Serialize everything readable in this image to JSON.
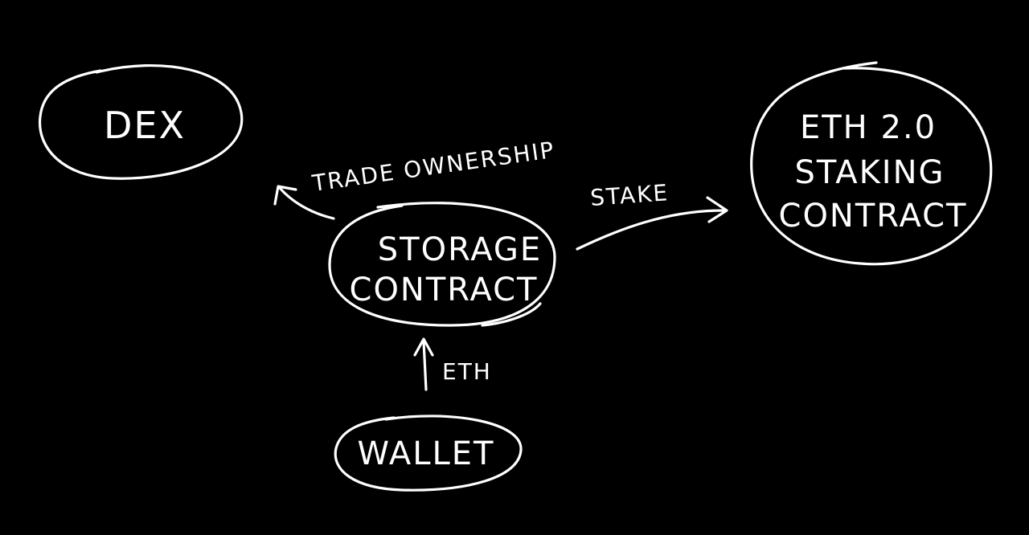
{
  "diagram": {
    "nodes": {
      "dex": {
        "label": "DEX"
      },
      "eth2": {
        "line1": "ETH 2.0",
        "line2": "STAKING",
        "line3": "CONTRACT"
      },
      "storage": {
        "line1": "STORAGE",
        "line2": "CONTRACT"
      },
      "wallet": {
        "label": "WALLET"
      }
    },
    "edges": {
      "trade": {
        "label": "TRADE OWNERSHIP"
      },
      "stake": {
        "label": "STAKE"
      },
      "eth": {
        "label": "ETH"
      }
    },
    "colors": {
      "background": "#000000",
      "ink": "#ffffff"
    }
  }
}
